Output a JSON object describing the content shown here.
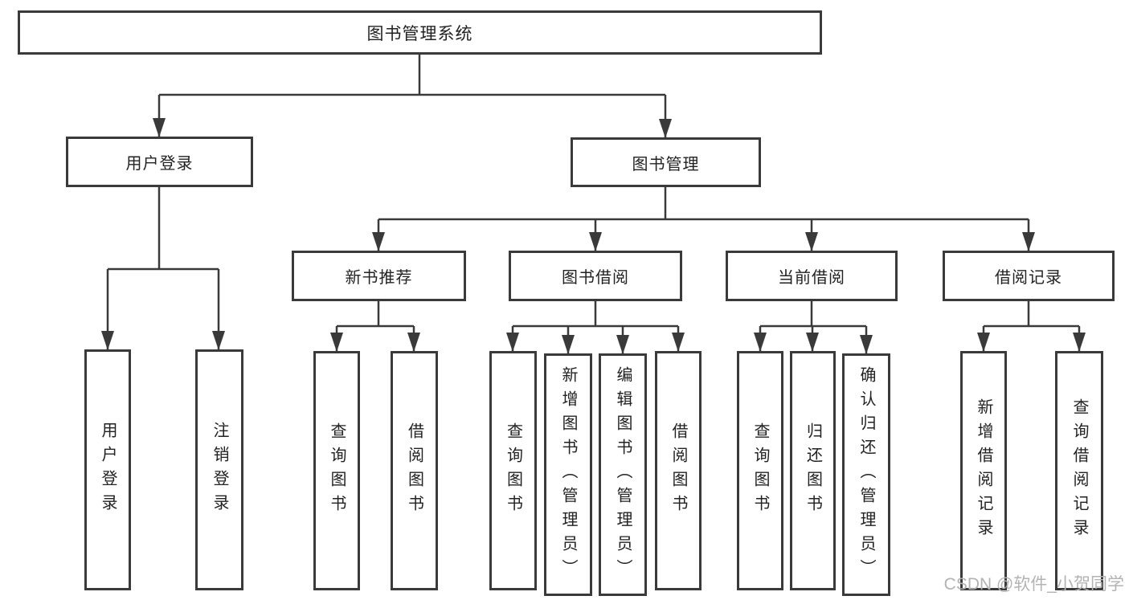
{
  "diagram": {
    "title": "图书管理系统",
    "watermark": "CSDN @软件_小贺同学",
    "colors": {
      "line": "#3a3a3a",
      "box_border": "#3a3a3a",
      "box_fill": "#ffffff",
      "text": "#222222",
      "watermark": "#b3b3b3",
      "background": "#ffffff"
    },
    "nodes": {
      "root": {
        "label": "图书管理系统"
      },
      "login": {
        "label": "用户登录",
        "children": {
          "do_login": {
            "label": "用户登录"
          },
          "logout": {
            "label": "注销登录"
          }
        }
      },
      "manage": {
        "label": "图书管理",
        "children": {
          "recommend": {
            "label": "新书推荐",
            "children": {
              "query_book": {
                "label": "查询图书"
              },
              "borrow_book": {
                "label": "借阅图书"
              }
            }
          },
          "borrow": {
            "label": "图书借阅",
            "children": {
              "query_book": {
                "label": "查询图书"
              },
              "add_book": {
                "label": "新增图书（管理员）"
              },
              "edit_book": {
                "label": "编辑图书（管理员）"
              },
              "borrow_book": {
                "label": "借阅图书"
              }
            }
          },
          "current": {
            "label": "当前借阅",
            "children": {
              "query_book": {
                "label": "查询图书"
              },
              "return_book": {
                "label": "归还图书"
              },
              "confirm_return": {
                "label": "确认归还（管理员）"
              }
            }
          },
          "records": {
            "label": "借阅记录",
            "children": {
              "add_record": {
                "label": "新增借阅记录"
              },
              "query_record": {
                "label": "查询借阅记录"
              }
            }
          }
        }
      }
    }
  }
}
